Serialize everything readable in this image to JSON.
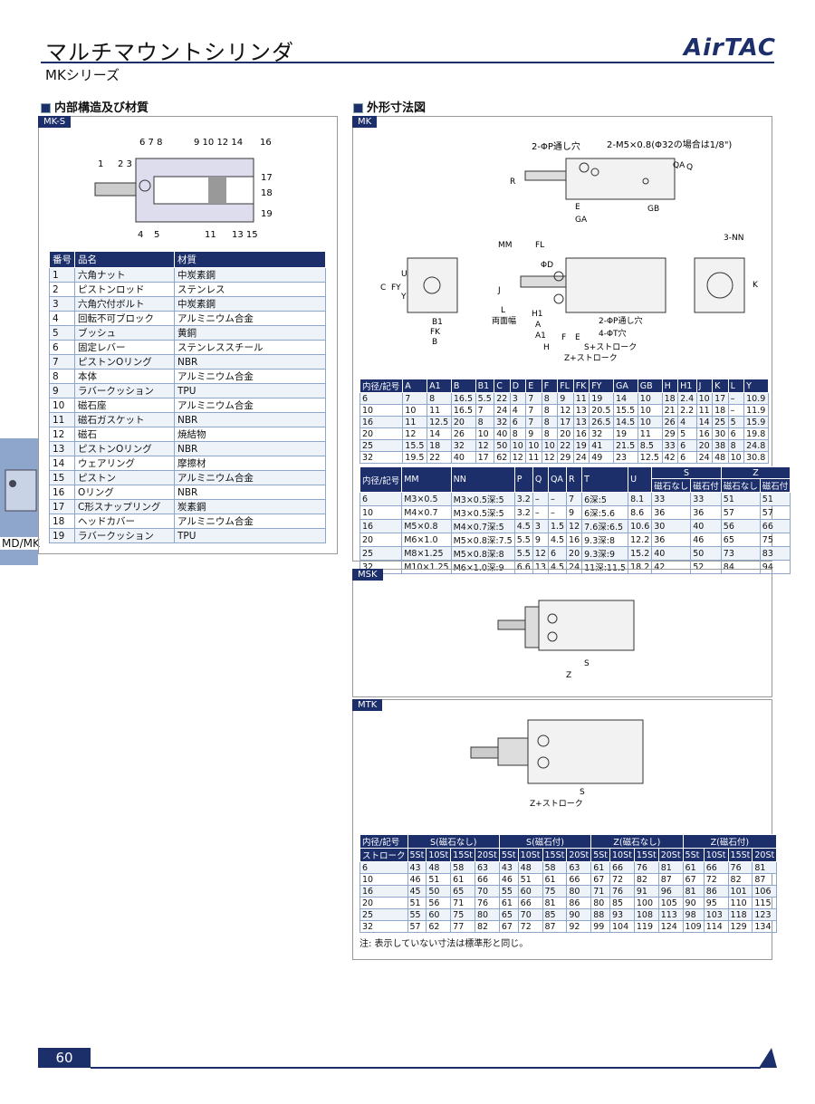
{
  "header": {
    "title": "マルチマウントシリンダ",
    "subtitle": "MKシリーズ",
    "logo": "AirTAC"
  },
  "left_section": {
    "heading": "内部構造及び材質",
    "tab": "MK-S"
  },
  "right_section": {
    "heading": "外形寸法図",
    "tab_mk": "MK",
    "tab_msk": "MSK",
    "tab_mtk": "MTK"
  },
  "materials": {
    "headers": [
      "番号",
      "品名",
      "材質"
    ],
    "rows": [
      [
        "1",
        "六角ナット",
        "中炭素鋼"
      ],
      [
        "2",
        "ピストンロッド",
        "ステンレス"
      ],
      [
        "3",
        "六角穴付ボルト",
        "中炭素鋼"
      ],
      [
        "4",
        "回転不可ブロック",
        "アルミニウム合金"
      ],
      [
        "5",
        "ブッシュ",
        "黄銅"
      ],
      [
        "6",
        "固定レバー",
        "ステンレススチール"
      ],
      [
        "7",
        "ピストンOリング",
        "NBR"
      ],
      [
        "8",
        "本体",
        "アルミニウム合金"
      ],
      [
        "9",
        "ラバークッション",
        "TPU"
      ],
      [
        "10",
        "磁石座",
        "アルミニウム合金"
      ],
      [
        "11",
        "磁石ガスケット",
        "NBR"
      ],
      [
        "12",
        "磁石",
        "焼結物"
      ],
      [
        "13",
        "ピストンOリング",
        "NBR"
      ],
      [
        "14",
        "ウェアリング",
        "摩擦材"
      ],
      [
        "15",
        "ピストン",
        "アルミニウム合金"
      ],
      [
        "16",
        "Oリング",
        "NBR"
      ],
      [
        "17",
        "C形スナップリング",
        "炭素鋼"
      ],
      [
        "18",
        "ヘッドカバー",
        "アルミニウム合金"
      ],
      [
        "19",
        "ラバークッション",
        "TPU"
      ]
    ]
  },
  "dim1": {
    "headers": [
      "内径/記号",
      "A",
      "A1",
      "B",
      "B1",
      "C",
      "D",
      "E",
      "F",
      "FL",
      "FK",
      "FY",
      "GA",
      "GB",
      "H",
      "H1",
      "J",
      "K",
      "L",
      "Y"
    ],
    "rows": [
      [
        "6",
        "7",
        "8",
        "16.5",
        "5.5",
        "22",
        "3",
        "7",
        "8",
        "9",
        "11",
        "19",
        "14",
        "10",
        "18",
        "2.4",
        "10",
        "17",
        "–",
        "10.9"
      ],
      [
        "10",
        "10",
        "11",
        "16.5",
        "7",
        "24",
        "4",
        "7",
        "8",
        "12",
        "13",
        "20.5",
        "15.5",
        "10",
        "21",
        "2.2",
        "11",
        "18",
        "–",
        "11.9"
      ],
      [
        "16",
        "11",
        "12.5",
        "20",
        "8",
        "32",
        "6",
        "7",
        "8",
        "17",
        "13",
        "26.5",
        "14.5",
        "10",
        "26",
        "4",
        "14",
        "25",
        "5",
        "15.9"
      ],
      [
        "20",
        "12",
        "14",
        "26",
        "10",
        "40",
        "8",
        "9",
        "8",
        "20",
        "16",
        "32",
        "19",
        "11",
        "29",
        "5",
        "16",
        "30",
        "6",
        "19.8"
      ],
      [
        "25",
        "15.5",
        "18",
        "32",
        "12",
        "50",
        "10",
        "10",
        "10",
        "22",
        "19",
        "41",
        "21.5",
        "8.5",
        "33",
        "6",
        "20",
        "38",
        "8",
        "24.8"
      ],
      [
        "32",
        "19.5",
        "22",
        "40",
        "17",
        "62",
        "12",
        "11",
        "12",
        "29",
        "24",
        "49",
        "23",
        "12.5",
        "42",
        "6",
        "24",
        "48",
        "10",
        "30.8"
      ]
    ]
  },
  "dim2": {
    "headers": [
      "内径/記号",
      "MM",
      "NN",
      "P",
      "Q",
      "QA",
      "R",
      "T",
      "U",
      "S",
      "Z"
    ],
    "sub": [
      "磁石なし",
      "磁石付",
      "磁石なし",
      "磁石付"
    ],
    "rows": [
      [
        "6",
        "M3×0.5",
        "M3×0.5深:5",
        "3.2",
        "–",
        "–",
        "7",
        "6深:5",
        "8.1",
        "33",
        "33",
        "51",
        "51"
      ],
      [
        "10",
        "M4×0.7",
        "M3×0.5深:5",
        "3.2",
        "–",
        "–",
        "9",
        "6深:5.6",
        "8.6",
        "36",
        "36",
        "57",
        "57"
      ],
      [
        "16",
        "M5×0.8",
        "M4×0.7深:5",
        "4.5",
        "3",
        "1.5",
        "12",
        "7.6深:6.5",
        "10.6",
        "30",
        "40",
        "56",
        "66"
      ],
      [
        "20",
        "M6×1.0",
        "M5×0.8深:7.5",
        "5.5",
        "9",
        "4.5",
        "16",
        "9.3深:8",
        "12.2",
        "36",
        "46",
        "65",
        "75"
      ],
      [
        "25",
        "M8×1.25",
        "M5×0.8深:8",
        "5.5",
        "12",
        "6",
        "20",
        "9.3深:9",
        "15.2",
        "40",
        "50",
        "73",
        "83"
      ],
      [
        "32",
        "M10×1.25",
        "M6×1.0深:9",
        "6.6",
        "13",
        "4.5",
        "24",
        "11深:11.5",
        "18.2",
        "42",
        "52",
        "84",
        "94"
      ]
    ]
  },
  "dim3": {
    "h1": [
      "内径/記号",
      "S(磁石なし)",
      "S(磁石付)",
      "Z(磁石なし)",
      "Z(磁石付)"
    ],
    "h2": [
      "ストローク",
      "5St",
      "10St",
      "15St",
      "20St",
      "5St",
      "10St",
      "15St",
      "20St",
      "5St",
      "10St",
      "15St",
      "20St",
      "5St",
      "10St",
      "15St",
      "20St"
    ],
    "rows": [
      [
        "6",
        "43",
        "48",
        "58",
        "63",
        "43",
        "48",
        "58",
        "63",
        "61",
        "66",
        "76",
        "81",
        "61",
        "66",
        "76",
        "81"
      ],
      [
        "10",
        "46",
        "51",
        "61",
        "66",
        "46",
        "51",
        "61",
        "66",
        "67",
        "72",
        "82",
        "87",
        "67",
        "72",
        "82",
        "87"
      ],
      [
        "16",
        "45",
        "50",
        "65",
        "70",
        "55",
        "60",
        "75",
        "80",
        "71",
        "76",
        "91",
        "96",
        "81",
        "86",
        "101",
        "106"
      ],
      [
        "20",
        "51",
        "56",
        "71",
        "76",
        "61",
        "66",
        "81",
        "86",
        "80",
        "85",
        "100",
        "105",
        "90",
        "95",
        "110",
        "115"
      ],
      [
        "25",
        "55",
        "60",
        "75",
        "80",
        "65",
        "70",
        "85",
        "90",
        "88",
        "93",
        "108",
        "113",
        "98",
        "103",
        "118",
        "123"
      ],
      [
        "32",
        "57",
        "62",
        "77",
        "82",
        "67",
        "72",
        "87",
        "92",
        "99",
        "104",
        "119",
        "124",
        "109",
        "114",
        "129",
        "134"
      ]
    ]
  },
  "drawing_labels": {
    "p_hole": "2-ΦP通し穴",
    "m5": "2-M5×0.8(Φ32の場合は1/8\")",
    "nn": "3-NN",
    "mm": "MM",
    "p_hole2": "2-ΦP通し穴",
    "t_hole": "4-ΦT穴",
    "width_across": "両面幅",
    "s_stroke": "S+ストローク",
    "z_stroke": "Z+ストローク",
    "s": "S",
    "z": "Z",
    "e": "E",
    "ga": "GA",
    "gb": "GB",
    "qa": "QA",
    "q": "Q",
    "r": "R",
    "fl": "FL",
    "d": "ΦD",
    "k": "K",
    "j": "J",
    "l": "L",
    "h1": "H1",
    "a": "A",
    "a1": "A1",
    "h": "H",
    "f": "F",
    "b1": "B1",
    "fk": "FK",
    "b": "B",
    "c": "C",
    "fy": "FY",
    "u": "U",
    "y": "Y",
    "parts": [
      "1",
      "2",
      "3",
      "4",
      "5",
      "6",
      "7",
      "8",
      "9",
      "10",
      "11",
      "12",
      "13",
      "14",
      "15",
      "16",
      "17",
      "18",
      "19"
    ]
  },
  "note": "注: 表示していない寸法は標準形と同じ。",
  "side_label": "MD/MK",
  "page_number": "60"
}
